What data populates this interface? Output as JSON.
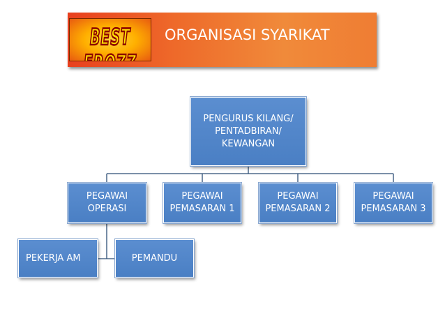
{
  "header": {
    "logo_text": "BEST FROZZ",
    "title": "ORGANISASI SYARIKAT"
  },
  "org": {
    "top": "PENGURUS KILANG/\nPENTADBIRAN/\nKEWANGAN",
    "level2": [
      "PEGAWAI\nOPERASI",
      "PEGAWAI\nPEMASARAN 1",
      "PEGAWAI\nPEMASARAN 2",
      "PEGAWAI\nPEMASARAN 3"
    ],
    "level3": [
      "PEKERJA AM",
      "PEMANDU"
    ]
  },
  "colors": {
    "box": "#4f81bd",
    "banner": "#ee6a2a",
    "connector": "#2c4d75"
  }
}
